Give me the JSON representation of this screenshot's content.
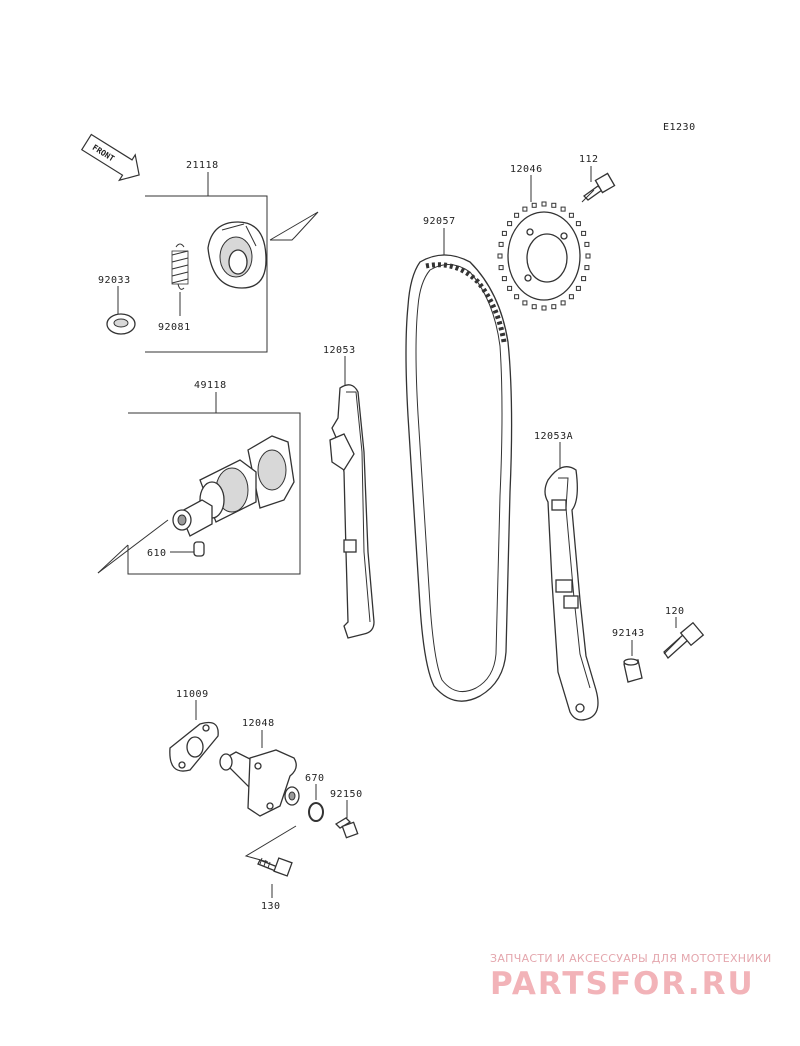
{
  "diagram_code": "E1230",
  "front_label": "FRONT",
  "parts": {
    "p21118": "21118",
    "p92033": "92033",
    "p92081": "92081",
    "p49118": "49118",
    "p610": "610",
    "p12053": "12053",
    "p92057": "92057",
    "p12046": "12046",
    "p112": "112",
    "p12053A": "12053A",
    "p92143": "92143",
    "p120": "120",
    "p11009": "11009",
    "p12048": "12048",
    "p670": "670",
    "p92150": "92150",
    "p130": "130"
  },
  "watermark": {
    "tagline": "ЗАПЧАСТИ И АКСЕССУАРЫ ДЛЯ МОТОТЕХНИКИ",
    "brand": "PARTSFOR.RU"
  }
}
